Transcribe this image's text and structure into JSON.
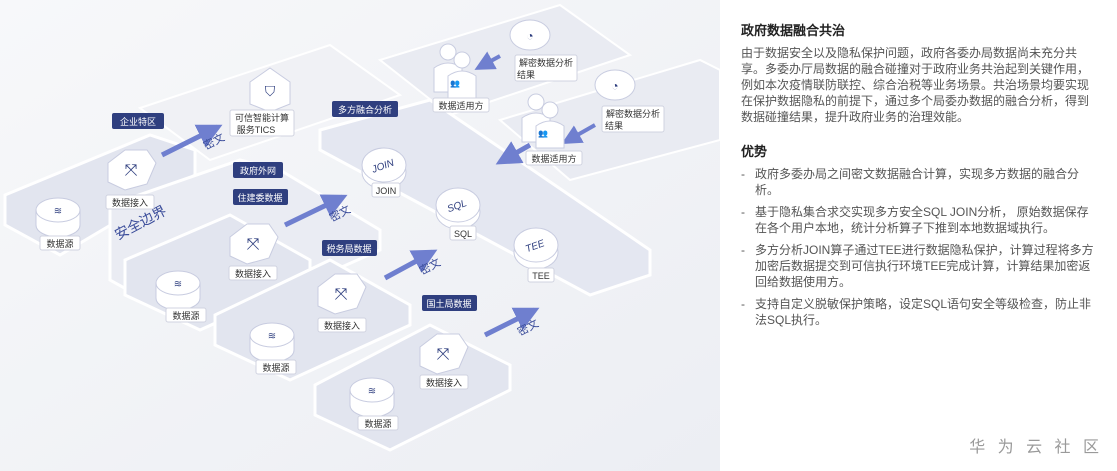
{
  "diagram": {
    "nodes": {
      "enterprise_zone": "企业特区",
      "gov_extranet": "政府外网",
      "security_boundary": "安全边界",
      "tics_line1": "可信智能计算",
      "tics_line2": "服务TICS",
      "multi_fusion": "多方融合分析",
      "join": "JOIN",
      "sql": "SQL",
      "tee": "TEE",
      "decrypt_line1": "解密数据分析",
      "decrypt_line2": "结果",
      "data_consumer": "数据适用方",
      "data_source": "数据源",
      "data_access": "数据接入",
      "housing_data": "住建委数据",
      "tax_data": "税务局数据",
      "land_data": "国土局数据",
      "ciphertext": "密文"
    }
  },
  "panel": {
    "title": "政府数据融合共治",
    "description": "由于数据安全以及隐私保护问题，政府各委办局数据尚未充分共享。多委办厅局数据的融合碰撞对于政府业务共治起到关键作用，例如本次疫情联防联控、综合治税等业务场景。共治场景均要实现在保护数据隐私的前提下，通过多个局委办数据的融合分析，得到数据碰撞结果，提升政府业务的治理效能。",
    "advantages_title": "优势",
    "advantages": [
      "政府多委办局之间密文数据融合计算，实现多方数据的融合分析。",
      "基于隐私集合求交实现多方安全SQL JOIN分析， 原始数据保存在各个用户本地，统计分析算子下推到本地数据域执行。",
      "多方分析JOIN算子通过TEE进行数据隐私保护，计算过程将多方加密后数据提交到可信执行环境TEE完成计算，计算结果加密返回给数据使用方。",
      "支持自定义脱敏保护策略，设定SQL语句安全等级检查，防止非法SQL执行。"
    ]
  },
  "watermark": "华 为 云 社 区",
  "colors": {
    "accent": "#2f3f7f",
    "arrow": "#6f7fcf",
    "platform": "#e6e8f2",
    "card": "#ffffff"
  }
}
